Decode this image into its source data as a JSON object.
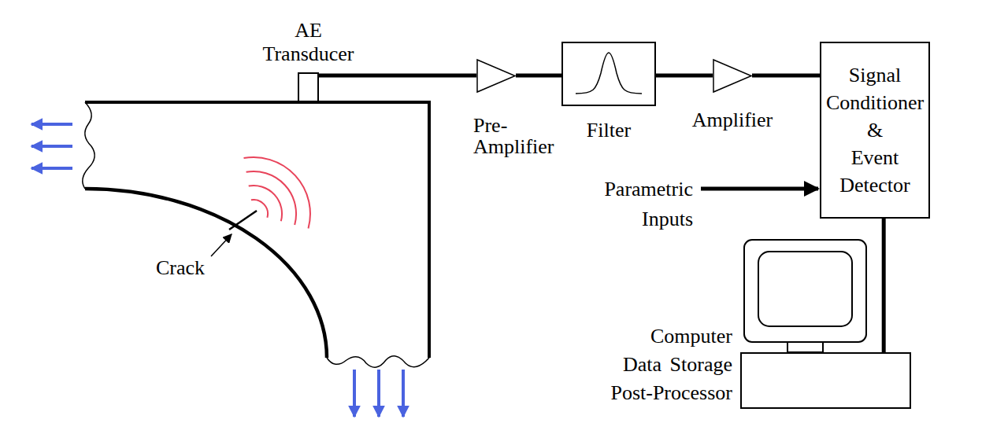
{
  "diagram": {
    "nodes": [
      {
        "text": [
          "AE Transducer"
        ]
      },
      {
        "text": [
          "Pre- Amplifier"
        ]
      },
      {
        "text": [
          "Filter"
        ]
      },
      {
        "text": [
          "Amplifier"
        ]
      },
      {
        "text": [
          "Signal Conditioner & Event Detector"
        ]
      },
      {
        "text": [
          "Computer Data Storage Post-Processor"
        ]
      }
    ],
    "edges": [
      {
        "from": 0,
        "to": 1,
        "arrow": "none"
      },
      {
        "from": 1,
        "to": 2,
        "arrow": "none"
      },
      {
        "from": 2,
        "to": 3,
        "arrow": "none"
      },
      {
        "from": 3,
        "to": 4,
        "arrow": "none"
      },
      {
        "from": 4,
        "to": 5,
        "arrow": "none"
      }
    ],
    "labels": [
      "Crack",
      "Parametric Inputs"
    ]
  }
}
